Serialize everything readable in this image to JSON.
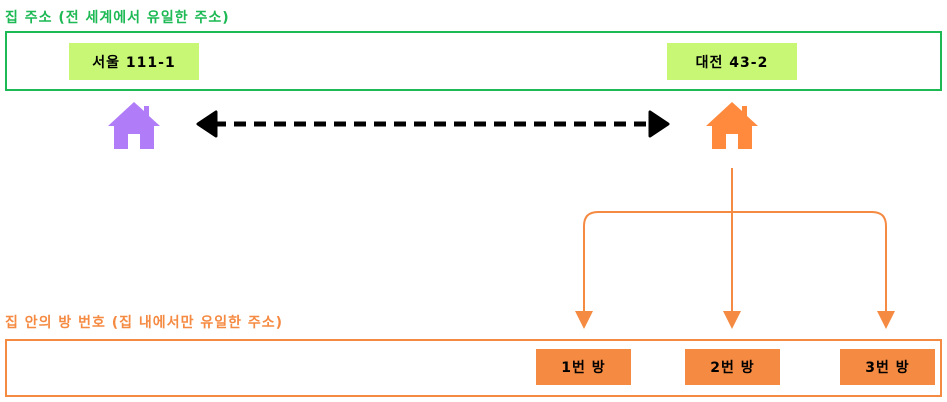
{
  "top_section": {
    "title": "집 주소 (전 세계에서 유일한 주소)",
    "color": "#1DB954"
  },
  "bottom_section": {
    "title": "집 안의 방 번호 (집 내에서만 유일한 주소)",
    "color": "#F58A42"
  },
  "houses": [
    {
      "address": "서울 111-1",
      "icon": "house-icon",
      "color": "#B07CF7"
    },
    {
      "address": "대전 43-2",
      "icon": "house-icon",
      "color": "#FF8A3D"
    }
  ],
  "address_box_color": "#C7F774",
  "room_box_color": "#F58A42",
  "rooms": [
    {
      "label": "1번 방"
    },
    {
      "label": "2번 방"
    },
    {
      "label": "3번 방"
    }
  ]
}
